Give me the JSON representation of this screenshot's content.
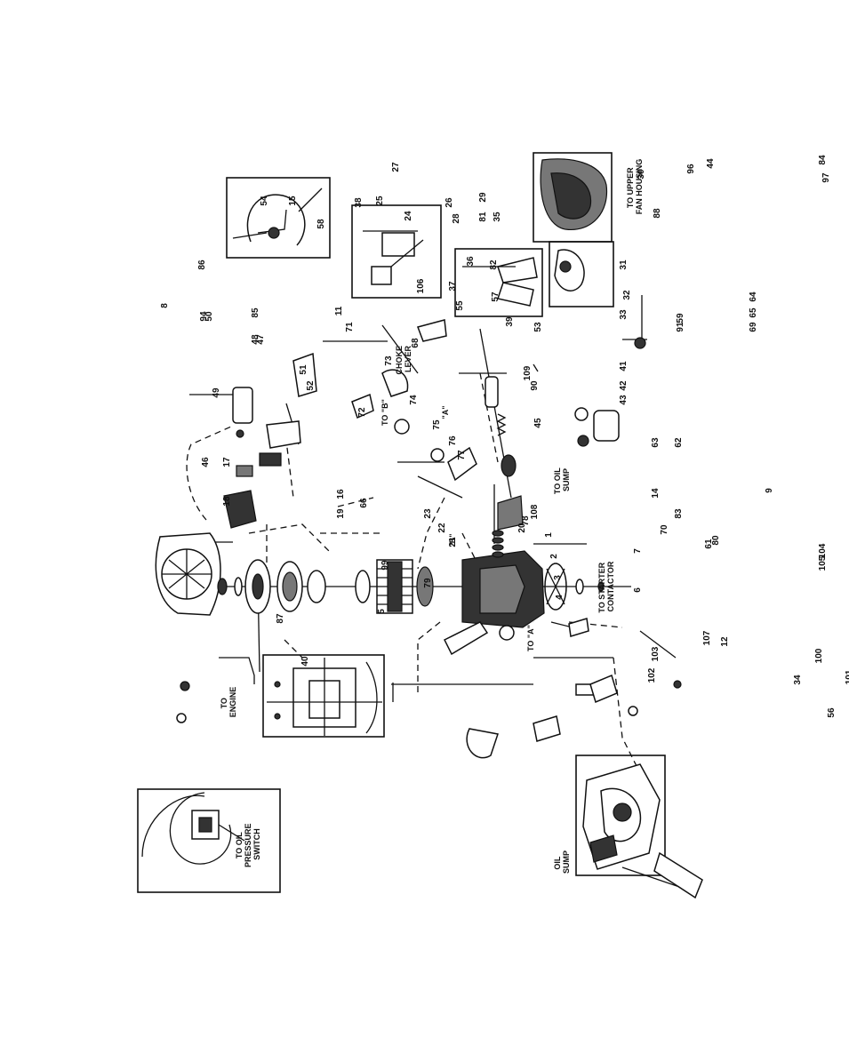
{
  "part_numbers": [
    "1",
    "2",
    "3",
    "4",
    "5",
    "6",
    "7",
    "8",
    "9",
    "11",
    "12",
    "14",
    "15",
    "16",
    "17",
    "18",
    "19",
    "20",
    "21",
    "22",
    "23",
    "24",
    "25",
    "26",
    "27",
    "28",
    "29",
    "30",
    "31",
    "32",
    "33",
    "34",
    "35",
    "36",
    "37",
    "38",
    "39",
    "40",
    "41",
    "42",
    "43",
    "44",
    "45",
    "46",
    "47",
    "48",
    "49",
    "50",
    "51",
    "52",
    "53",
    "54",
    "55",
    "56",
    "57",
    "58",
    "59",
    "61",
    "62",
    "63",
    "64",
    "65",
    "66",
    "68",
    "69",
    "70",
    "71",
    "72",
    "73",
    "74",
    "75",
    "76",
    "77",
    "78",
    "79",
    "80",
    "81",
    "82",
    "83",
    "84",
    "85",
    "86",
    "87",
    "88",
    "90",
    "91",
    "94",
    "96",
    "97",
    "99",
    "100",
    "101",
    "102",
    "103",
    "104",
    "105",
    "106",
    "107",
    "108",
    "109"
  ],
  "annotations": {
    "to_oil_pressure_switch": [
      "TO OIL",
      "PRESSURE",
      "SWITCH"
    ],
    "to_engine": [
      "TO",
      "ENGINE"
    ],
    "oil_sump": [
      "OIL",
      "SUMP"
    ],
    "to_oil_sump": [
      "TO OIL",
      "SUMP"
    ],
    "to_starter_contactor": [
      "TO STARTER",
      "CONTACTOR"
    ],
    "to_upper_fan_housing": [
      "TO UPPER",
      "FAN HOUSING"
    ],
    "choke_lever": [
      "CHOKE",
      "LEVER"
    ],
    "to_a": "TO \"A\"",
    "to_b": "TO \"B\"",
    "ref_a": "\"A\"",
    "ref_b": "\"B\""
  },
  "colors": {
    "ink": "#111111",
    "paper": "#ffffff"
  }
}
